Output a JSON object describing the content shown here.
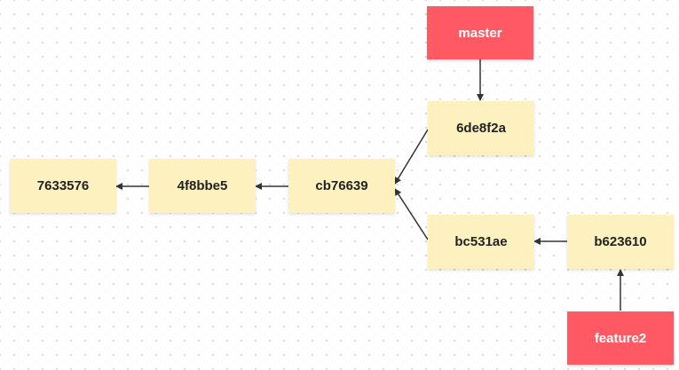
{
  "colors": {
    "commit_fill": "#fdf1c0",
    "branch_fill": "#ff5a63",
    "commit_text": "#222222",
    "branch_text": "#ffffff",
    "edge": "#333333"
  },
  "commits": {
    "c7633576": "7633576",
    "c4f8bbe5": "4f8bbe5",
    "cb76639": "cb76639",
    "c6de8f2a": "6de8f2a",
    "bc531ae": "bc531ae",
    "b623610": "b623610"
  },
  "branches": {
    "master": "master",
    "feature2": "feature2"
  },
  "edges": [
    {
      "from": "master",
      "to": "6de8f2a",
      "kind": "branch-pointer"
    },
    {
      "from": "6de8f2a",
      "to": "cb76639",
      "kind": "parent"
    },
    {
      "from": "bc531ae",
      "to": "cb76639",
      "kind": "parent"
    },
    {
      "from": "cb76639",
      "to": "4f8bbe5",
      "kind": "parent"
    },
    {
      "from": "4f8bbe5",
      "to": "7633576",
      "kind": "parent"
    },
    {
      "from": "b623610",
      "to": "bc531ae",
      "kind": "parent"
    },
    {
      "from": "feature2",
      "to": "b623610",
      "kind": "branch-pointer"
    }
  ]
}
